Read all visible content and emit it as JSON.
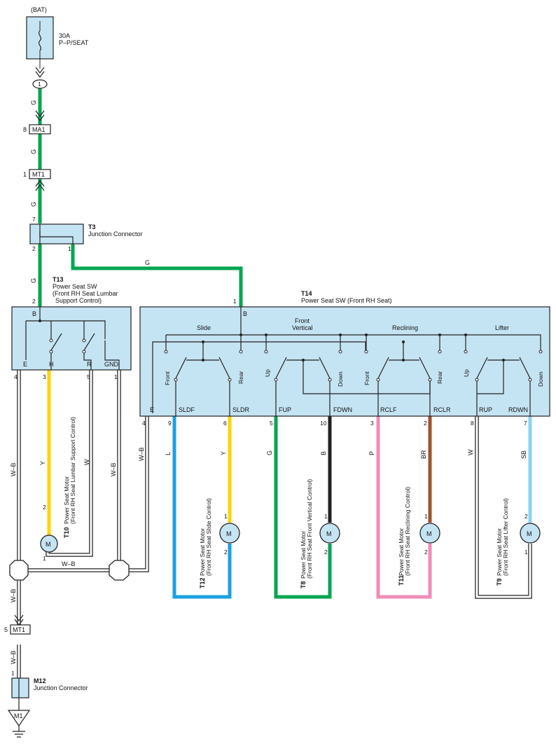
{
  "colors": {
    "G": "#00a651",
    "Y": "#ffd400",
    "L": "#1ba1e2",
    "B": "#231f20",
    "P": "#f08cb8",
    "BR": "#a0522d",
    "SB": "#8dd3f5",
    "W": "#ffffff",
    "WB": "#ffffff",
    "box_fill": "#c5e4f3"
  },
  "power": {
    "source": "(BAT)",
    "fuse_amp": "30A",
    "fuse_name": "P–P/SEAT",
    "pin": "1"
  },
  "connectors": {
    "ma1": {
      "label": "MA1",
      "pin": "8"
    },
    "mt1_top": {
      "label": "MT1",
      "pin": "1"
    },
    "mt1_bottom": {
      "label": "MT1",
      "pin": "5"
    },
    "m12_pin": "1",
    "ground": "M1"
  },
  "t3": {
    "id": "T3",
    "name": "Junction Connector",
    "pins": [
      "7",
      "2",
      "1"
    ]
  },
  "t13": {
    "id": "T13",
    "name": "Power Seat SW",
    "sub1": "(Front RH Seat Lumbar",
    "sub2": "Support Control)",
    "pin_b": "2",
    "term_b": "B",
    "terms": [
      "E",
      "H",
      "R",
      "GND"
    ],
    "pins": [
      "4",
      "3",
      "5",
      "1"
    ]
  },
  "t14": {
    "id": "T14",
    "name": "Power Seat SW (Front RH Seat)",
    "pin_b": "1",
    "term_b": "B",
    "groups": [
      "Slide",
      "Front",
      "Vertical",
      "Reclining",
      "Lifter"
    ],
    "contacts": [
      "Front",
      "Rear",
      "Up",
      "Down",
      "Front",
      "Rear",
      "Up",
      "Down"
    ],
    "terms": [
      "E",
      "SLDF",
      "SLDR",
      "FUP",
      "FDWN",
      "RCLF",
      "RCLR",
      "RUP",
      "RDWN"
    ],
    "pins": [
      "4",
      "9",
      "6",
      "5",
      "10",
      "3",
      "2",
      "8",
      "7"
    ]
  },
  "wire_labels": {
    "g1": "G",
    "g2": "G",
    "g3": "G",
    "g4": "G",
    "g5": "G",
    "wb1": "W–B",
    "wb2": "W–B",
    "wb3": "W–B",
    "wb4": "W–B",
    "wb5": "W–B",
    "wb6": "W–B",
    "y_t10": "Y",
    "w_t10": "W",
    "l": "L",
    "y": "Y",
    "g": "G",
    "b": "B",
    "p": "P",
    "br": "BR",
    "w": "W",
    "sb": "SB"
  },
  "motors": {
    "symbol": "M",
    "t10": {
      "id": "T10",
      "l1": "Power Seat Motor",
      "l2": "(Front RH Seat Lumbar Support Control)",
      "p2": "2",
      "p1": "1"
    },
    "t12": {
      "id": "T12",
      "l1": "Power Seat Motor",
      "l2": "(Front RH Seat Slide Control)",
      "p1": "1",
      "p2": "2"
    },
    "t8": {
      "id": "T8",
      "l1": "Power Seat Motor",
      "l2": "(Front RH Seat Front Vertical Control)",
      "p1": "1",
      "p2": "2"
    },
    "t11": {
      "id": "T11",
      "l1": "Power Seat Motor",
      "l2": "(Front RH Seat Reclining Control)",
      "p1": "1",
      "p2": "2"
    },
    "t9": {
      "id": "T9",
      "l1": "Power Seat Motor",
      "l2": "(Front RH Seat Lifter Control)",
      "p2": "2",
      "p1": "1"
    }
  },
  "m12": {
    "id": "M12",
    "name": "Junction Connector"
  }
}
